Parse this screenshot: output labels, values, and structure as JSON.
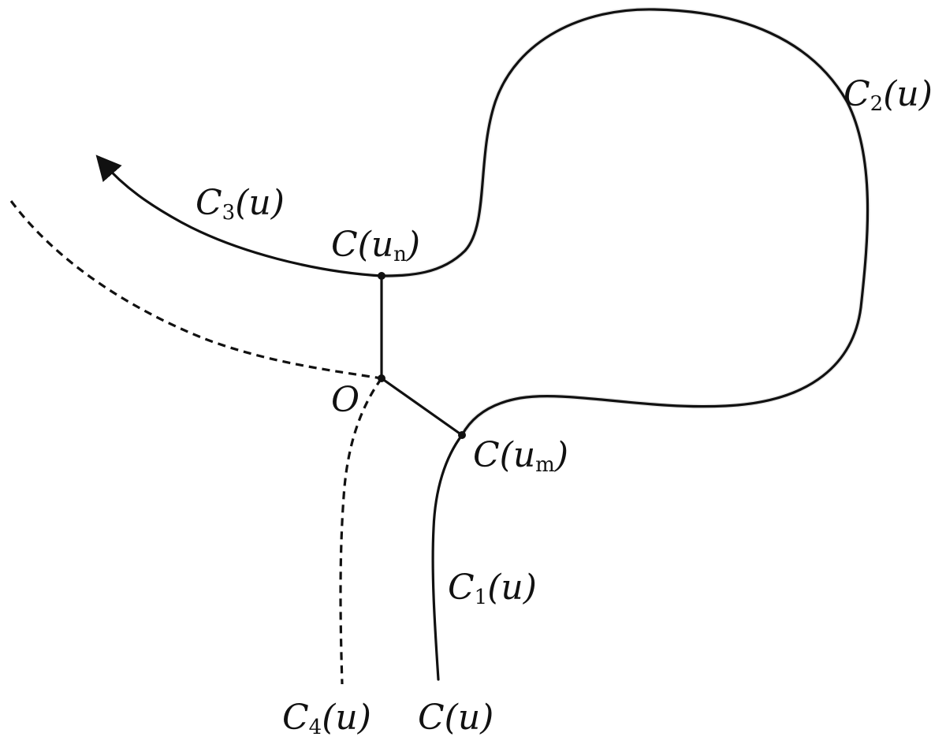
{
  "labels": {
    "c3": {
      "main": "C",
      "sub": "3",
      "arg": "(u)"
    },
    "c2": {
      "main": "C",
      "sub": "2",
      "arg": "(u)"
    },
    "c1": {
      "main": "C",
      "sub": "1",
      "arg": "(u)"
    },
    "c4": {
      "main": "C",
      "sub": "4",
      "arg": "(u)"
    },
    "cu": {
      "main": "C",
      "arg": "(u)"
    },
    "cun": {
      "main": "C(u",
      "sub": "n",
      "tail": ")"
    },
    "cum": {
      "main": "C(u",
      "sub": "m",
      "tail": ")"
    },
    "origin": "O"
  },
  "colors": {
    "stroke": "#111111",
    "background": "#ffffff"
  }
}
